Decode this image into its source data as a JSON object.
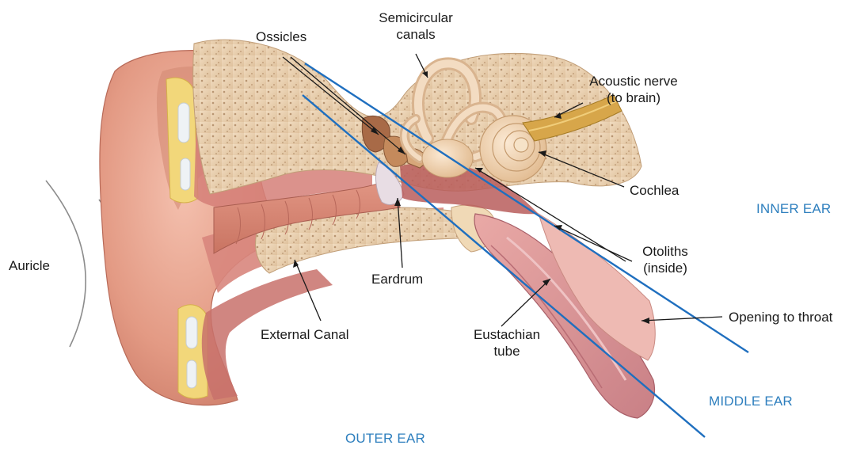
{
  "labels": {
    "ossicles": "Ossicles",
    "semicircular_line1": "Semicircular",
    "semicircular_line2": "canals",
    "acoustic_line1": "Acoustic nerve",
    "acoustic_line2": "(to brain)",
    "cochlea": "Cochlea",
    "auricle": "Auricle",
    "eardrum": "Eardrum",
    "otoliths_line1": "Otoliths",
    "otoliths_line2": "(inside)",
    "opening_throat": "Opening to throat",
    "external_canal": "External Canal",
    "eustachian_line1": "Eustachian",
    "eustachian_line2": "tube"
  },
  "regions": {
    "inner": "INNER EAR",
    "middle": "MIDDLE EAR",
    "outer": "OUTER EAR"
  },
  "colors": {
    "region_text": "#2e7fbe",
    "divider_line": "#1f6fbf",
    "skin": "#e9a592",
    "bone": "#ecd3b4"
  }
}
